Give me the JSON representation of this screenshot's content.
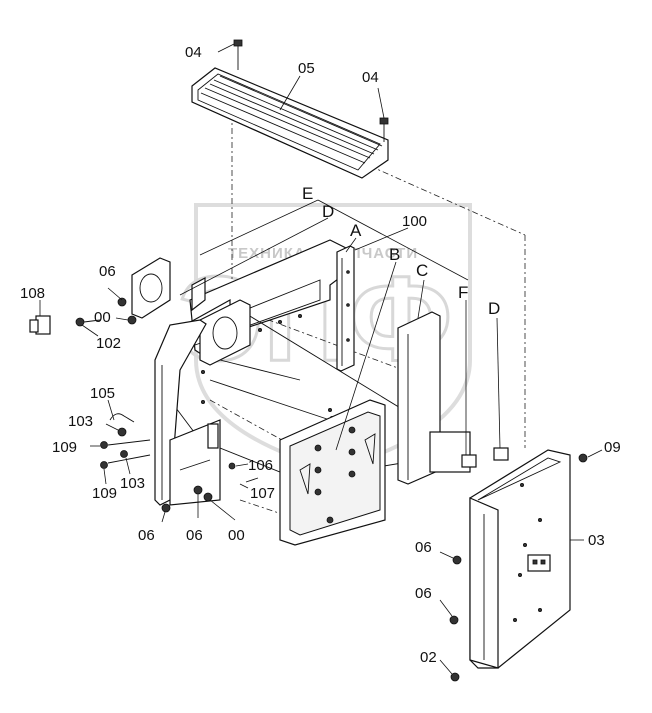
{
  "watermark": {
    "brand": "ЭПФ",
    "caption": "ТЕХНИКА  И  ЗАПЧАСТИ"
  },
  "callouts": {
    "c04a": "04",
    "c05": "05",
    "c04b": "04",
    "cE": "E",
    "cD1": "D",
    "c100": "100",
    "cA": "A",
    "cB": "B",
    "cC": "C",
    "cF": "F",
    "cD2": "D",
    "c06a": "06",
    "c108": "108",
    "c00a": "00",
    "c102": "102",
    "c105": "105",
    "c103a": "103",
    "c109a": "109",
    "c109b": "109",
    "c103b": "103",
    "c106": "106",
    "c107": "107",
    "c06b": "06",
    "c06c": "06",
    "c00b": "00",
    "c09": "09",
    "c03": "03",
    "c06d": "06",
    "c06e": "06",
    "c02": "02"
  }
}
